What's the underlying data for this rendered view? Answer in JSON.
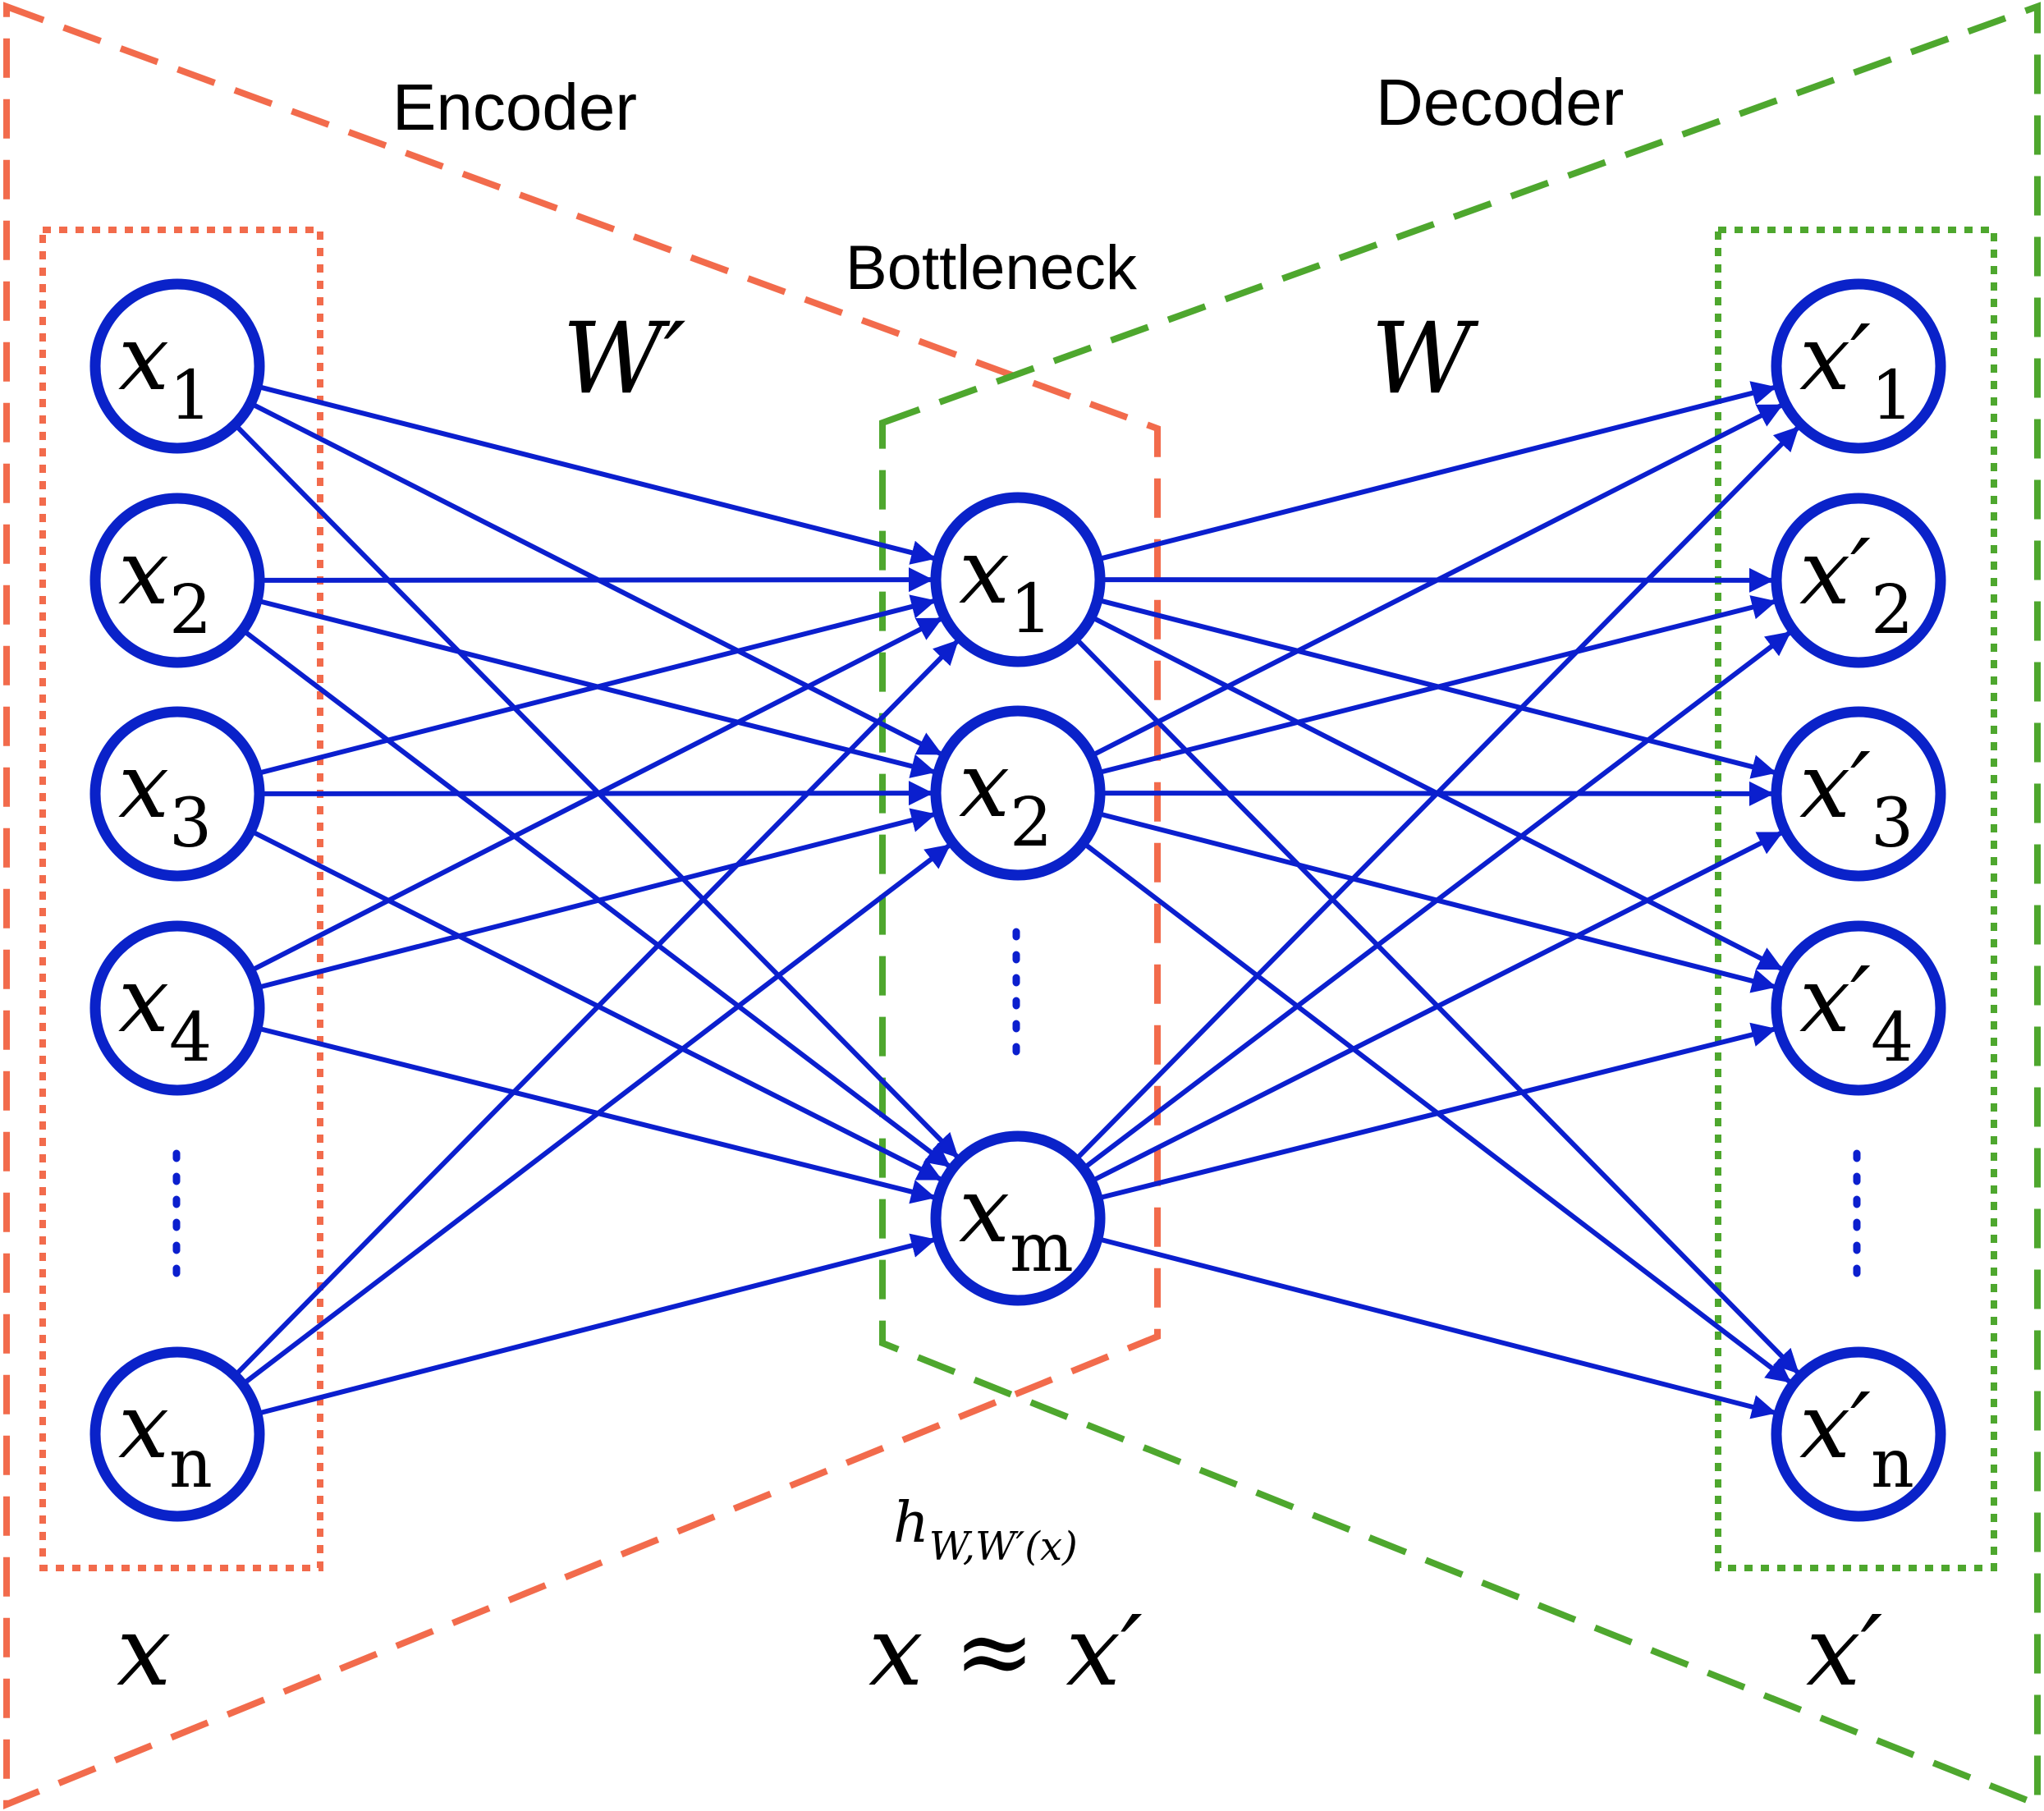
{
  "colors": {
    "encoder": "#f26b4c",
    "decoder": "#4ea72e",
    "network": "#0b1fce"
  },
  "labels": {
    "encoder": "Encoder",
    "decoder": "Decoder",
    "bottleneck": "Bottleneck",
    "encoder_weight": "W′",
    "decoder_weight": "W",
    "input_group": "x",
    "output_group": "x′",
    "function": "h",
    "function_sub": "W,W′(x)",
    "approx": "x ≈ x′"
  },
  "input_nodes": [
    {
      "base": "x",
      "sub": "1"
    },
    {
      "base": "x",
      "sub": "2"
    },
    {
      "base": "x",
      "sub": "3"
    },
    {
      "base": "x",
      "sub": "4"
    },
    {
      "base": "x",
      "sub": "n"
    }
  ],
  "bottleneck_nodes": [
    {
      "base": "x",
      "sub": "1"
    },
    {
      "base": "x",
      "sub": "2"
    },
    {
      "base": "x",
      "sub": "m"
    }
  ],
  "output_nodes": [
    {
      "base": "x′",
      "sub": "1"
    },
    {
      "base": "x′",
      "sub": "2"
    },
    {
      "base": "x′",
      "sub": "3"
    },
    {
      "base": "x′",
      "sub": "4"
    },
    {
      "base": "x′",
      "sub": "n"
    }
  ]
}
